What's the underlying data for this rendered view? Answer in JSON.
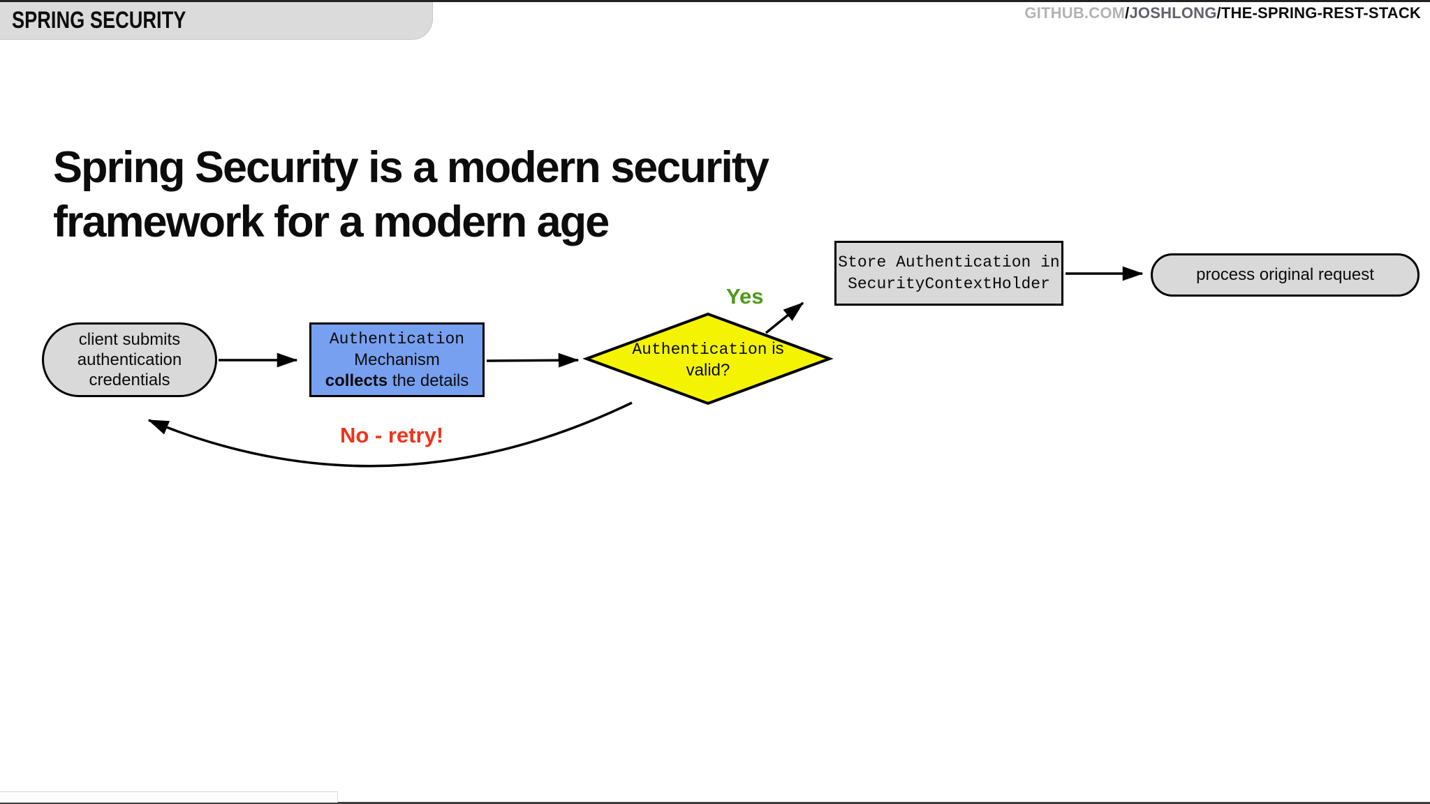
{
  "page": {
    "header_tab": "SPRING SECURITY",
    "top_right": {
      "part1": "GITHUB.COM",
      "sep1": "/",
      "part2": "JOSHLONG",
      "sep2": "/",
      "part3": "THE-SPRING-REST-STACK"
    }
  },
  "title": {
    "line1": "Spring Security is a modern security",
    "line2": "framework for a modern age"
  },
  "flowchart": {
    "client_node": {
      "line1": "client submits",
      "line2": "authentication",
      "line3": "credentials"
    },
    "auth_node": {
      "line1": "Authentication",
      "line2": "Mechanism",
      "line3_bold": "collects",
      "line3_rest": " the details"
    },
    "decision_node": {
      "line1_code": "Authentication",
      "line1_rest": " is",
      "line2": "valid?"
    },
    "store_node": {
      "line1": "Store Authentication in",
      "line2": "SecurityContextHolder"
    },
    "process_node": {
      "label": "process original request"
    },
    "yes_label": "Yes",
    "no_label": "No - retry!",
    "colors": {
      "decision_fill": "#f4f402",
      "auth_fill": "#78a0f0",
      "node_fill": "#d9d9d9",
      "yes_green": "#4e9a1b",
      "no_red": "#f0331b",
      "arrow_black": "#000000"
    }
  }
}
